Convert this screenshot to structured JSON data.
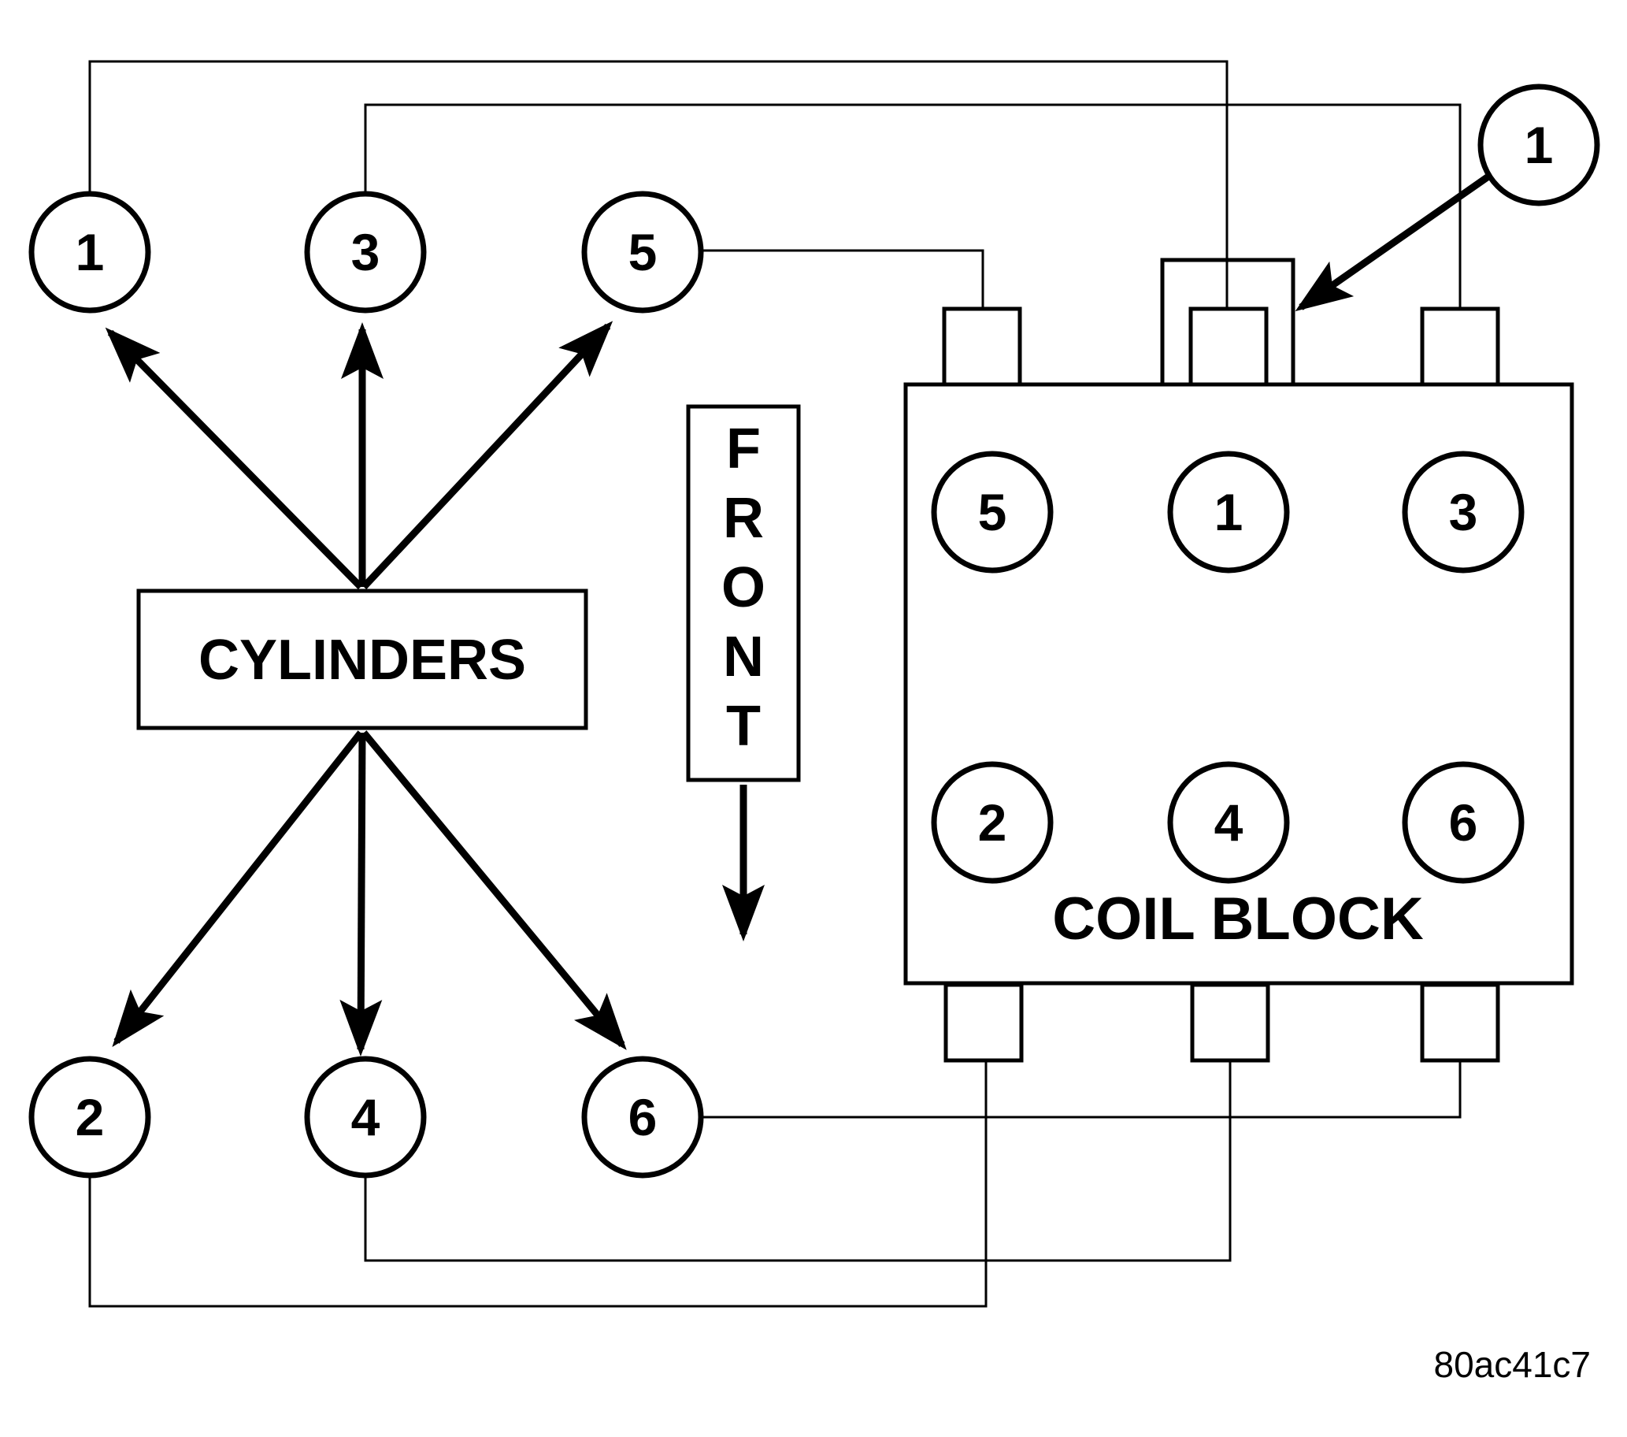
{
  "cylinders_label": "CYLINDERS",
  "front_label": [
    "F",
    "R",
    "O",
    "N",
    "T"
  ],
  "coil_block_label": "COIL BLOCK",
  "cylinder_numbers": {
    "c1": "1",
    "c3": "3",
    "c5": "5",
    "c2": "2",
    "c4": "4",
    "c6": "6"
  },
  "coil_numbers": {
    "k5": "5",
    "k1": "1",
    "k3": "3",
    "k2": "2",
    "k4": "4",
    "k6": "6"
  },
  "callout_number": "1",
  "figure_code": "80ac41c7"
}
